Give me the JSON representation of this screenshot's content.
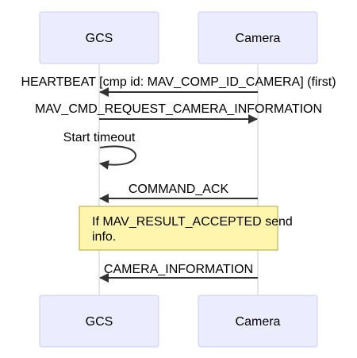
{
  "participants": {
    "gcs": "GCS",
    "camera": "Camera"
  },
  "messages": {
    "heartbeat": "HEARTBEAT [cmp id: MAV_COMP_ID_CAMERA] (first)",
    "request_info": "MAV_CMD_REQUEST_CAMERA_INFORMATION",
    "start_timeout": "Start timeout",
    "command_ack": "COMMAND_ACK",
    "camera_information": "CAMERA_INFORMATION"
  },
  "note": {
    "line1": "If MAV_RESULT_ACCEPTED send",
    "line2": "info."
  },
  "colors": {
    "actor_fill": "#ececff",
    "actor_stroke": "#ccccff",
    "line": "#333333",
    "note_fill": "#fff5ad",
    "note_stroke": "#aaaa33"
  }
}
